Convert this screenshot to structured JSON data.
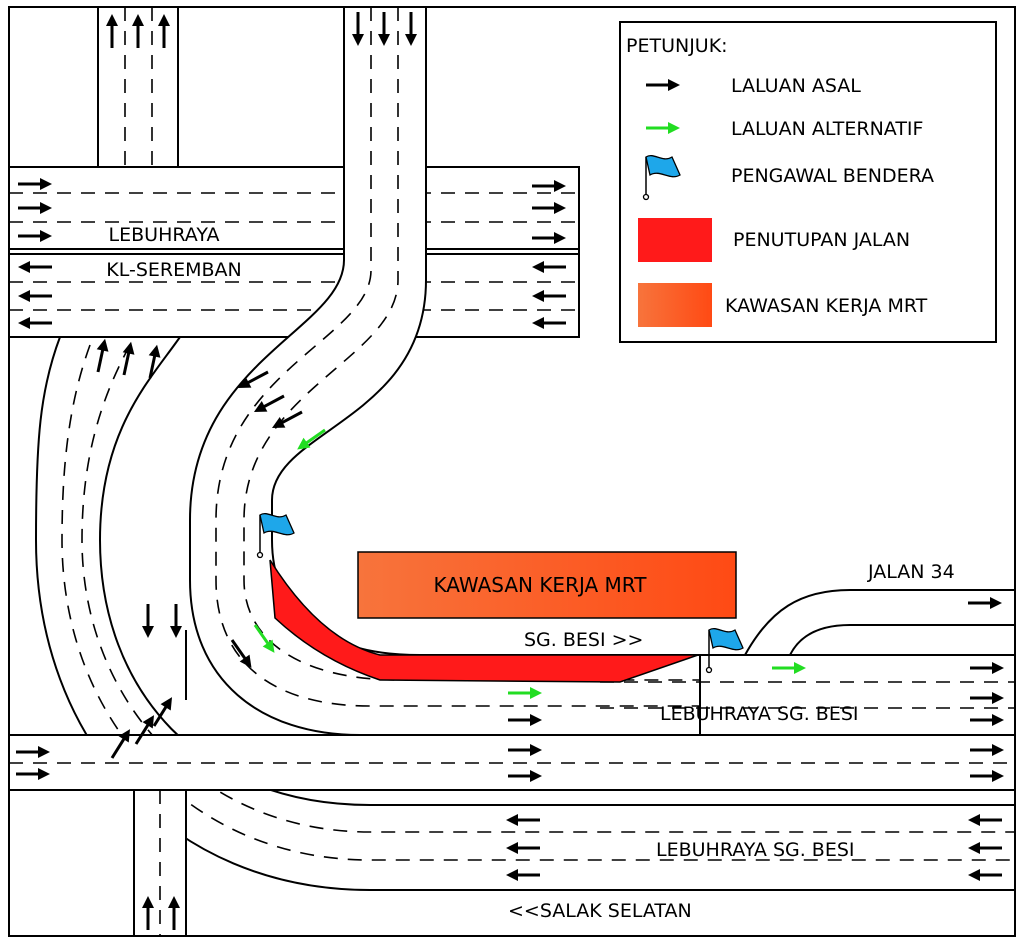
{
  "legend": {
    "title": "PETUNJUK:",
    "items": [
      {
        "icon": "black-arrow-icon",
        "label": "LALUAN ASAL"
      },
      {
        "icon": "green-arrow-icon",
        "label": "LALUAN ALTERNATIF"
      },
      {
        "icon": "blue-flag-icon",
        "label": "PENGAWAL BENDERA"
      },
      {
        "icon": "red-rectangle-icon",
        "label": "PENUTUPAN JALAN"
      },
      {
        "icon": "orange-rectangle-icon",
        "label": "KAWASAN KERJA MRT"
      }
    ]
  },
  "labels": {
    "kl_seremban_1": "LEBUHRAYA",
    "kl_seremban_2": "KL-SEREMBAN",
    "mrt_zone": "KAWASAN KERJA MRT",
    "sg_besi_direction": "SG. BESI >>",
    "jalan_34": "JALAN 34",
    "sg_besi_upper": "LEBUHRAYA SG. BESI",
    "sg_besi_lower": "LEBUHRAYA SG. BESI",
    "salak_selatan": "<<SALAK SELATAN"
  },
  "colors": {
    "original_route": "#000000",
    "alternative_route": "#22dd22",
    "flag": "#1ea7ea",
    "road_closure": "#ff1a1a",
    "mrt_work_zone": "#ff6a3a"
  }
}
